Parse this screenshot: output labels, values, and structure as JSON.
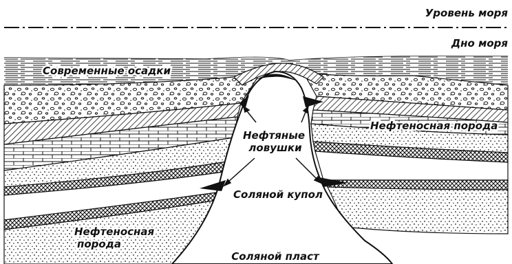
{
  "labels": {
    "sea_level": "Уровень моря",
    "sea_floor": "Дно моря",
    "recent_sediments": "Современные осадки",
    "oil_bearing_rock_right": "Нефтеносная порода",
    "oil_traps_line1": "Нефтяные",
    "oil_traps_line2": "ловушки",
    "salt_dome": "Соляной купол",
    "oil_bearing_rock_left_line1": "Нефтеносная",
    "oil_bearing_rock_left_line2": "порода",
    "salt_bed": "Соляной пласт"
  }
}
